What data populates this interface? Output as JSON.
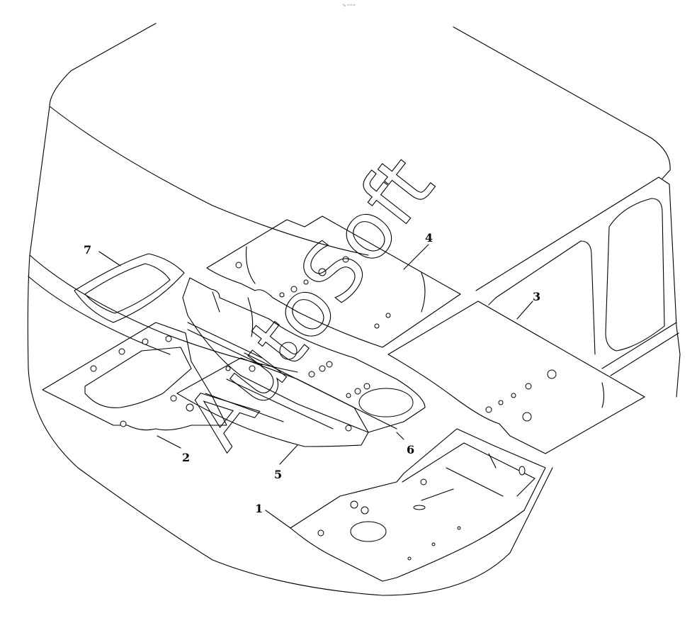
{
  "header": {
    "tiny_mark": "⁰₀ ==="
  },
  "watermark": {
    "text": "AutoSoft",
    "color": "#000000"
  },
  "callouts": [
    {
      "id": "1",
      "label": "1"
    },
    {
      "id": "2",
      "label": "2"
    },
    {
      "id": "3",
      "label": "3"
    },
    {
      "id": "4",
      "label": "4"
    },
    {
      "id": "5",
      "label": "5"
    },
    {
      "id": "6",
      "label": "6"
    },
    {
      "id": "7",
      "label": "7"
    }
  ],
  "colors": {
    "line": "#000000",
    "background": "#ffffff"
  }
}
